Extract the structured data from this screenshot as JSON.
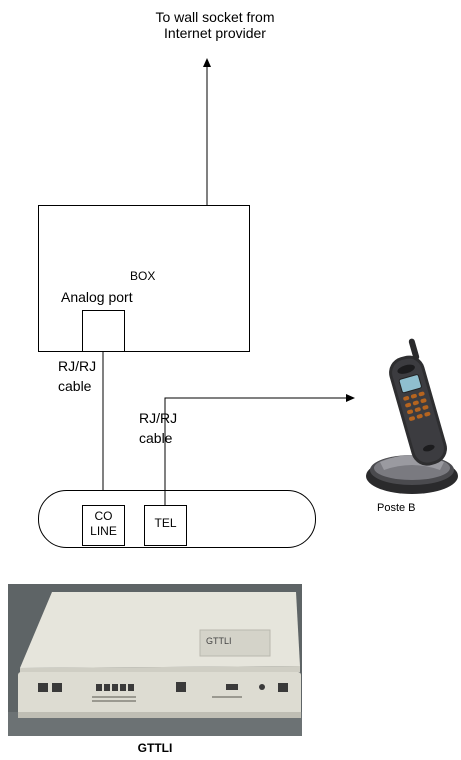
{
  "labels": {
    "wall_socket_line1": "To wall socket from",
    "wall_socket_line2": "Internet provider",
    "box": "BOX",
    "analog_port": "Analog port",
    "cable_left_line1": "RJ/RJ",
    "cable_left_line2": "cable",
    "cable_right_line1": "RJ/RJ",
    "cable_right_line2": "cable",
    "co_line_line1": "CO",
    "co_line_line2": "LINE",
    "tel": "TEL",
    "phone": "Poste B",
    "device": "GTTLI",
    "device_plate": "GTTLI"
  },
  "colors": {
    "line": "#000000",
    "device_body": "#e3e2d8",
    "device_background": "#5e6466",
    "phone_body": "#3a3a3c",
    "phone_keys": "#b5641f",
    "phone_screen": "#8fbfcf"
  },
  "icons": {
    "arrow_up": "arrow-up-icon",
    "arrow_right": "arrow-right-icon",
    "phone": "cordless-phone-icon",
    "device": "gttli-device-photo"
  }
}
